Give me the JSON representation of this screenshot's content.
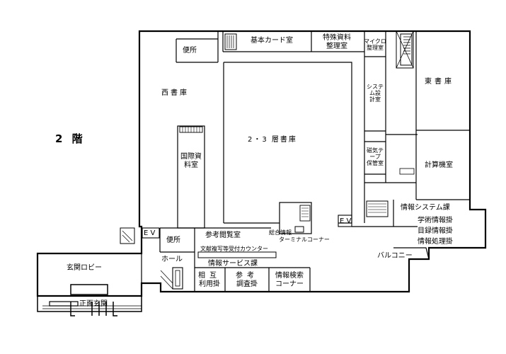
{
  "floor_label": "2 階",
  "rooms": {
    "basic_card": "基本カード室",
    "special_materials": [
      "特殊資料",
      "整理室"
    ],
    "micro": [
      "マイクロ",
      "整理室"
    ],
    "restroom_west": "便所",
    "west_stacks": "西書庫",
    "stacks_23": "2・3 層書庫",
    "east_stacks": "東書庫",
    "system_design": [
      "システ",
      "ム設",
      "計室"
    ],
    "magnetic_tape": [
      "磁気テ",
      "ープ",
      "保管室"
    ],
    "computer_room": "計算機室",
    "international": [
      "国際資",
      "料室"
    ],
    "ev_west": "E V",
    "ev_east": "E V",
    "restroom_south": "便所",
    "reference_reading": "参考閲覧室",
    "terminal_corner": [
      "総合情報",
      "ターミナルコーナー"
    ],
    "counter": "文献複写等受付カウンター",
    "info_service": "情報サービス課",
    "info_system": "情報システム課",
    "academic_info": "学術情報掛",
    "catalog_info": "目録情報掛",
    "info_processing": "情報処理掛",
    "balcony": "バルコニー",
    "hall": "ホール",
    "mutual_use": [
      "相互",
      "利用掛"
    ],
    "reference_survey": [
      "参考",
      "調査掛"
    ],
    "search_corner": [
      "情報検索",
      "コーナー"
    ],
    "entrance_lobby": "玄関ロビー",
    "front_entrance": "正面玄関"
  }
}
